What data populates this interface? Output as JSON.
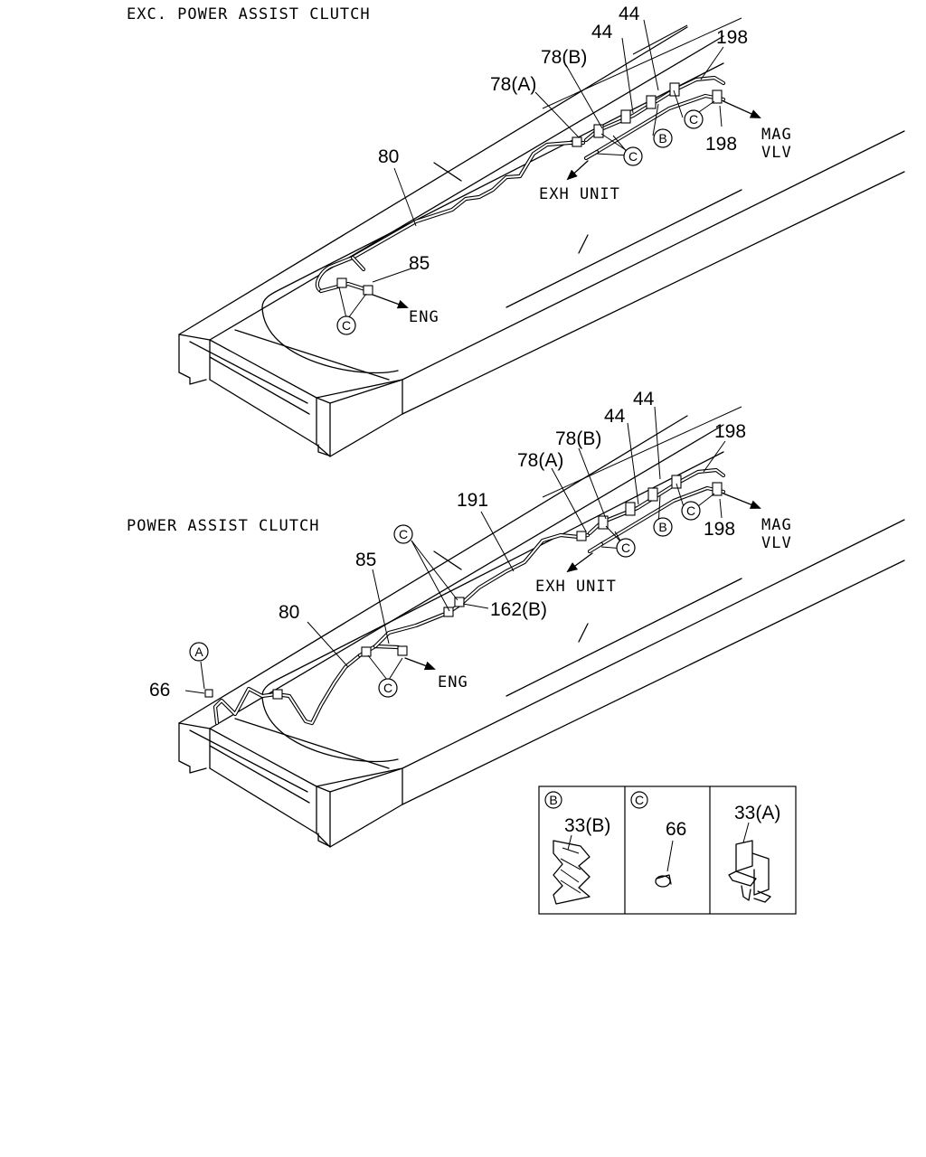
{
  "sections": {
    "top": {
      "title": "EXC. POWER ASSIST CLUTCH",
      "labels": {
        "p44a": "44",
        "p44b": "44",
        "p198a": "198",
        "p198b": "198",
        "p78b": "78(B)",
        "p78a": "78(A)",
        "p80": "80",
        "p85": "85"
      },
      "destinations": {
        "exh": "EXH UNIT",
        "eng": "ENG",
        "mag1": "MAG",
        "mag2": "VLV"
      },
      "callouts": {
        "b": "B",
        "c1": "C",
        "c2": "C",
        "c3": "C"
      }
    },
    "bottom": {
      "title": "POWER ASSIST CLUTCH",
      "labels": {
        "p44a": "44",
        "p44b": "44",
        "p198a": "198",
        "p198b": "198",
        "p78b": "78(B)",
        "p78a": "78(A)",
        "p191": "191",
        "p162b": "162(B)",
        "p85": "85",
        "p80": "80",
        "p66": "66"
      },
      "destinations": {
        "exh": "EXH UNIT",
        "eng": "ENG",
        "mag1": "MAG",
        "mag2": "VLV"
      },
      "callouts": {
        "a": "A",
        "b": "B",
        "c1": "C",
        "c2": "C",
        "c3": "C",
        "c4": "C"
      }
    }
  },
  "legend": {
    "cells": [
      {
        "callout": "B",
        "part": "33(B)"
      },
      {
        "callout": "C",
        "part": "66"
      },
      {
        "callout": "",
        "part": "33(A)"
      }
    ]
  }
}
